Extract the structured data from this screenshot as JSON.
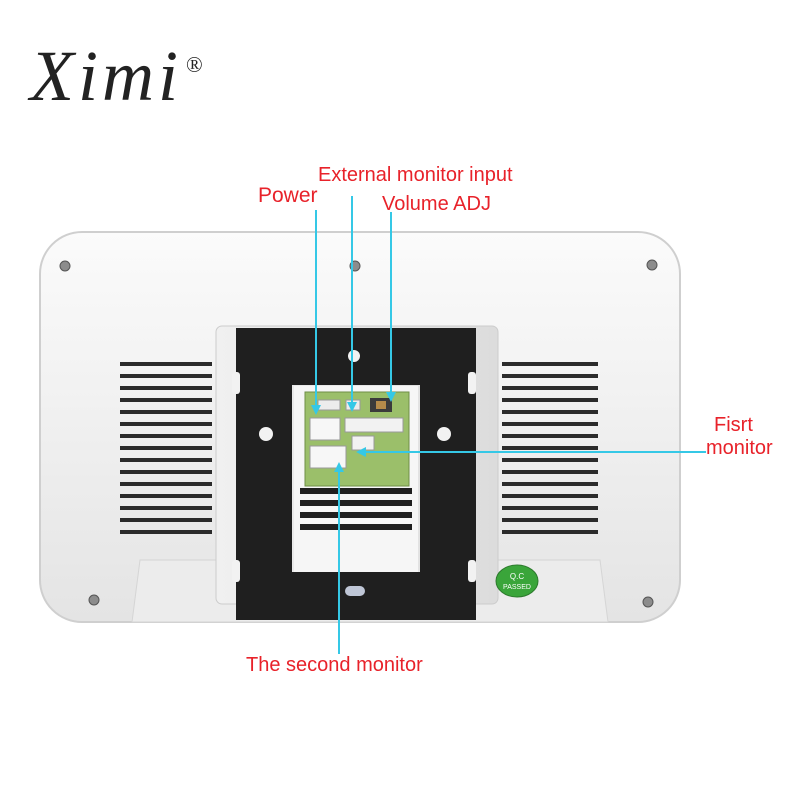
{
  "brand": {
    "logo_text": "Ximi",
    "registered_mark": "®"
  },
  "labels": {
    "power": "Power",
    "external_monitor_input": "External monitor input",
    "volume_adj": "Volume ADJ",
    "first_monitor_line1": "Fisrt",
    "first_monitor_line2": "monitor",
    "second_monitor": "The second monitor"
  },
  "board_marks": {
    "qc_badge_line1": "Q.C",
    "qc_badge_line2": "PASSED"
  },
  "colors": {
    "label_red": "#e8222a",
    "pointer_cyan": "#35c8e6",
    "housing_white": "#f4f4f4",
    "bracket_black": "#1e1e1e",
    "pcb_green": "#9bbf6a",
    "qc_green": "#3aa53a"
  }
}
